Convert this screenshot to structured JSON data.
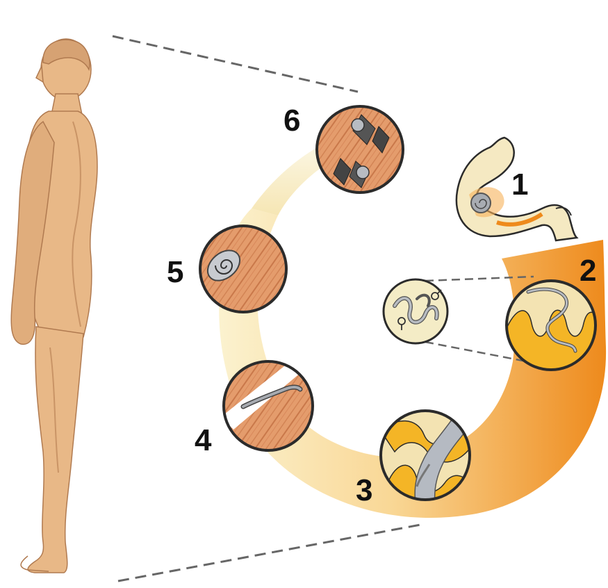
{
  "diagram": {
    "steps": [
      {
        "label": "1",
        "icon": "stomach-with-encysted-larva-icon"
      },
      {
        "label": "2",
        "icon": "intestine-adult-worms-icon"
      },
      {
        "label": "3",
        "icon": "larva-in-blood-vessel-icon"
      },
      {
        "label": "4",
        "icon": "larva-migrating-muscle-icon"
      },
      {
        "label": "5",
        "icon": "encysting-larva-muscle-icon"
      },
      {
        "label": "6",
        "icon": "encysted-larvae-muscle-icon"
      }
    ],
    "inset_icon": "male-female-worms-icon",
    "human_icon": "human-figure-icon",
    "colors": {
      "skin": "#e8b887",
      "skin_shadow": "#c99466",
      "orange": "#f0901f",
      "pale": "#f7eec0",
      "muscle": "#e39a6a",
      "worm": "#9aa0a8",
      "outline": "#2b2b2b"
    }
  }
}
